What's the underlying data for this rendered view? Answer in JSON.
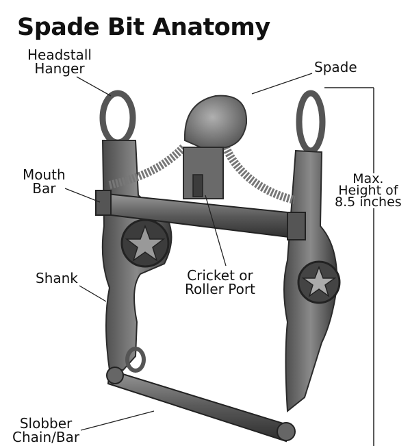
{
  "title": "Spade Bit Anatomy",
  "labels": {
    "headstall_hanger": "Headstall\nHanger",
    "spade": "Spade",
    "mouth_bar": "Mouth\nBar",
    "max_height": "Max.\nHeight of\n8.5 inches",
    "shank": "Shank",
    "cricket": "Cricket or\nRoller Port",
    "slobber": "Slobber\nChain/Bar"
  },
  "colors": {
    "metal_dark": "#3a3a3a",
    "metal_mid": "#6e6e6e",
    "metal_light": "#a8a8a8",
    "line": "#222222"
  }
}
